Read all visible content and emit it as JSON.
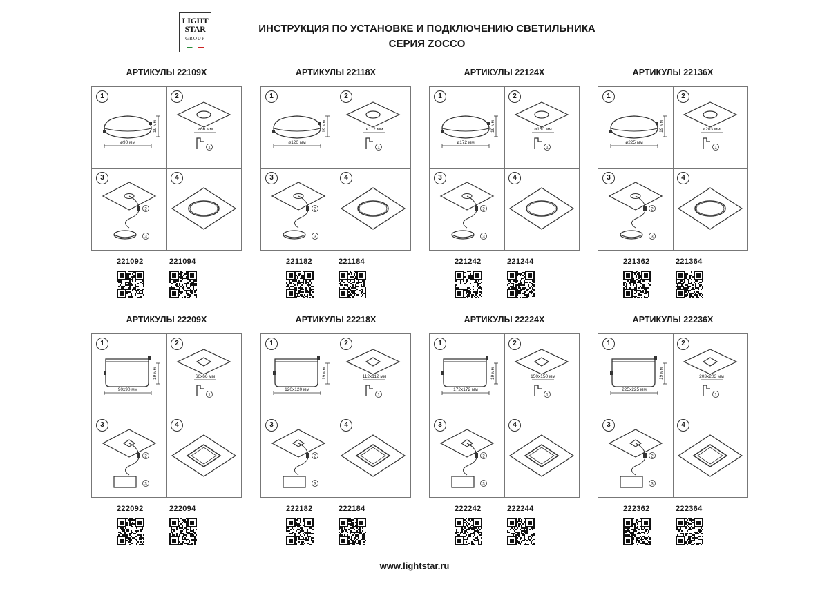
{
  "header": {
    "logo": {
      "line1": "LIGHT",
      "line2": "STAR",
      "line3": "GROUP"
    },
    "title": "ИНСТРУКЦИЯ ПО УСТАНОВКЕ И ПОДКЛЮЧЕНИЮ СВЕТИЛЬНИКА",
    "subtitle": "СЕРИЯ ZOCCO"
  },
  "steps": [
    "1",
    "2",
    "3",
    "4"
  ],
  "products": [
    {
      "article": "АРТИКУЛЫ 22109X",
      "shape": "round",
      "lamp_dim": "ø90 мм",
      "height": "19 мм",
      "hole": "ø66 мм",
      "codes": [
        "221092",
        "221094"
      ]
    },
    {
      "article": "АРТИКУЛЫ 22118X",
      "shape": "round",
      "lamp_dim": "ø120 мм",
      "height": "19 мм",
      "hole": "ø112 мм",
      "codes": [
        "221182",
        "221184"
      ]
    },
    {
      "article": "АРТИКУЛЫ 22124X",
      "shape": "round",
      "lamp_dim": "ø172 мм",
      "height": "19 мм",
      "hole": "ø150 мм",
      "codes": [
        "221242",
        "221244"
      ]
    },
    {
      "article": "АРТИКУЛЫ 22136X",
      "shape": "round",
      "lamp_dim": "ø225 мм",
      "height": "19 мм",
      "hole": "ø203 мм",
      "codes": [
        "221362",
        "221364"
      ]
    },
    {
      "article": "АРТИКУЛЫ 22209X",
      "shape": "square",
      "lamp_dim": "90x90 мм",
      "height": "19 мм",
      "hole": "66x66 мм",
      "codes": [
        "222092",
        "222094"
      ]
    },
    {
      "article": "АРТИКУЛЫ 22218X",
      "shape": "square",
      "lamp_dim": "120x120 мм",
      "height": "19 мм",
      "hole": "112x112 мм",
      "codes": [
        "222182",
        "222184"
      ]
    },
    {
      "article": "АРТИКУЛЫ 22224X",
      "shape": "square",
      "lamp_dim": "172x172 мм",
      "height": "19 мм",
      "hole": "150x150 мм",
      "codes": [
        "222242",
        "222244"
      ]
    },
    {
      "article": "АРТИКУЛЫ 22236X",
      "shape": "square",
      "lamp_dim": "225x225 мм",
      "height": "19 мм",
      "hole": "203x203 мм",
      "codes": [
        "222362",
        "222364"
      ]
    }
  ],
  "footer": {
    "url": "www.lightstar.ru"
  }
}
